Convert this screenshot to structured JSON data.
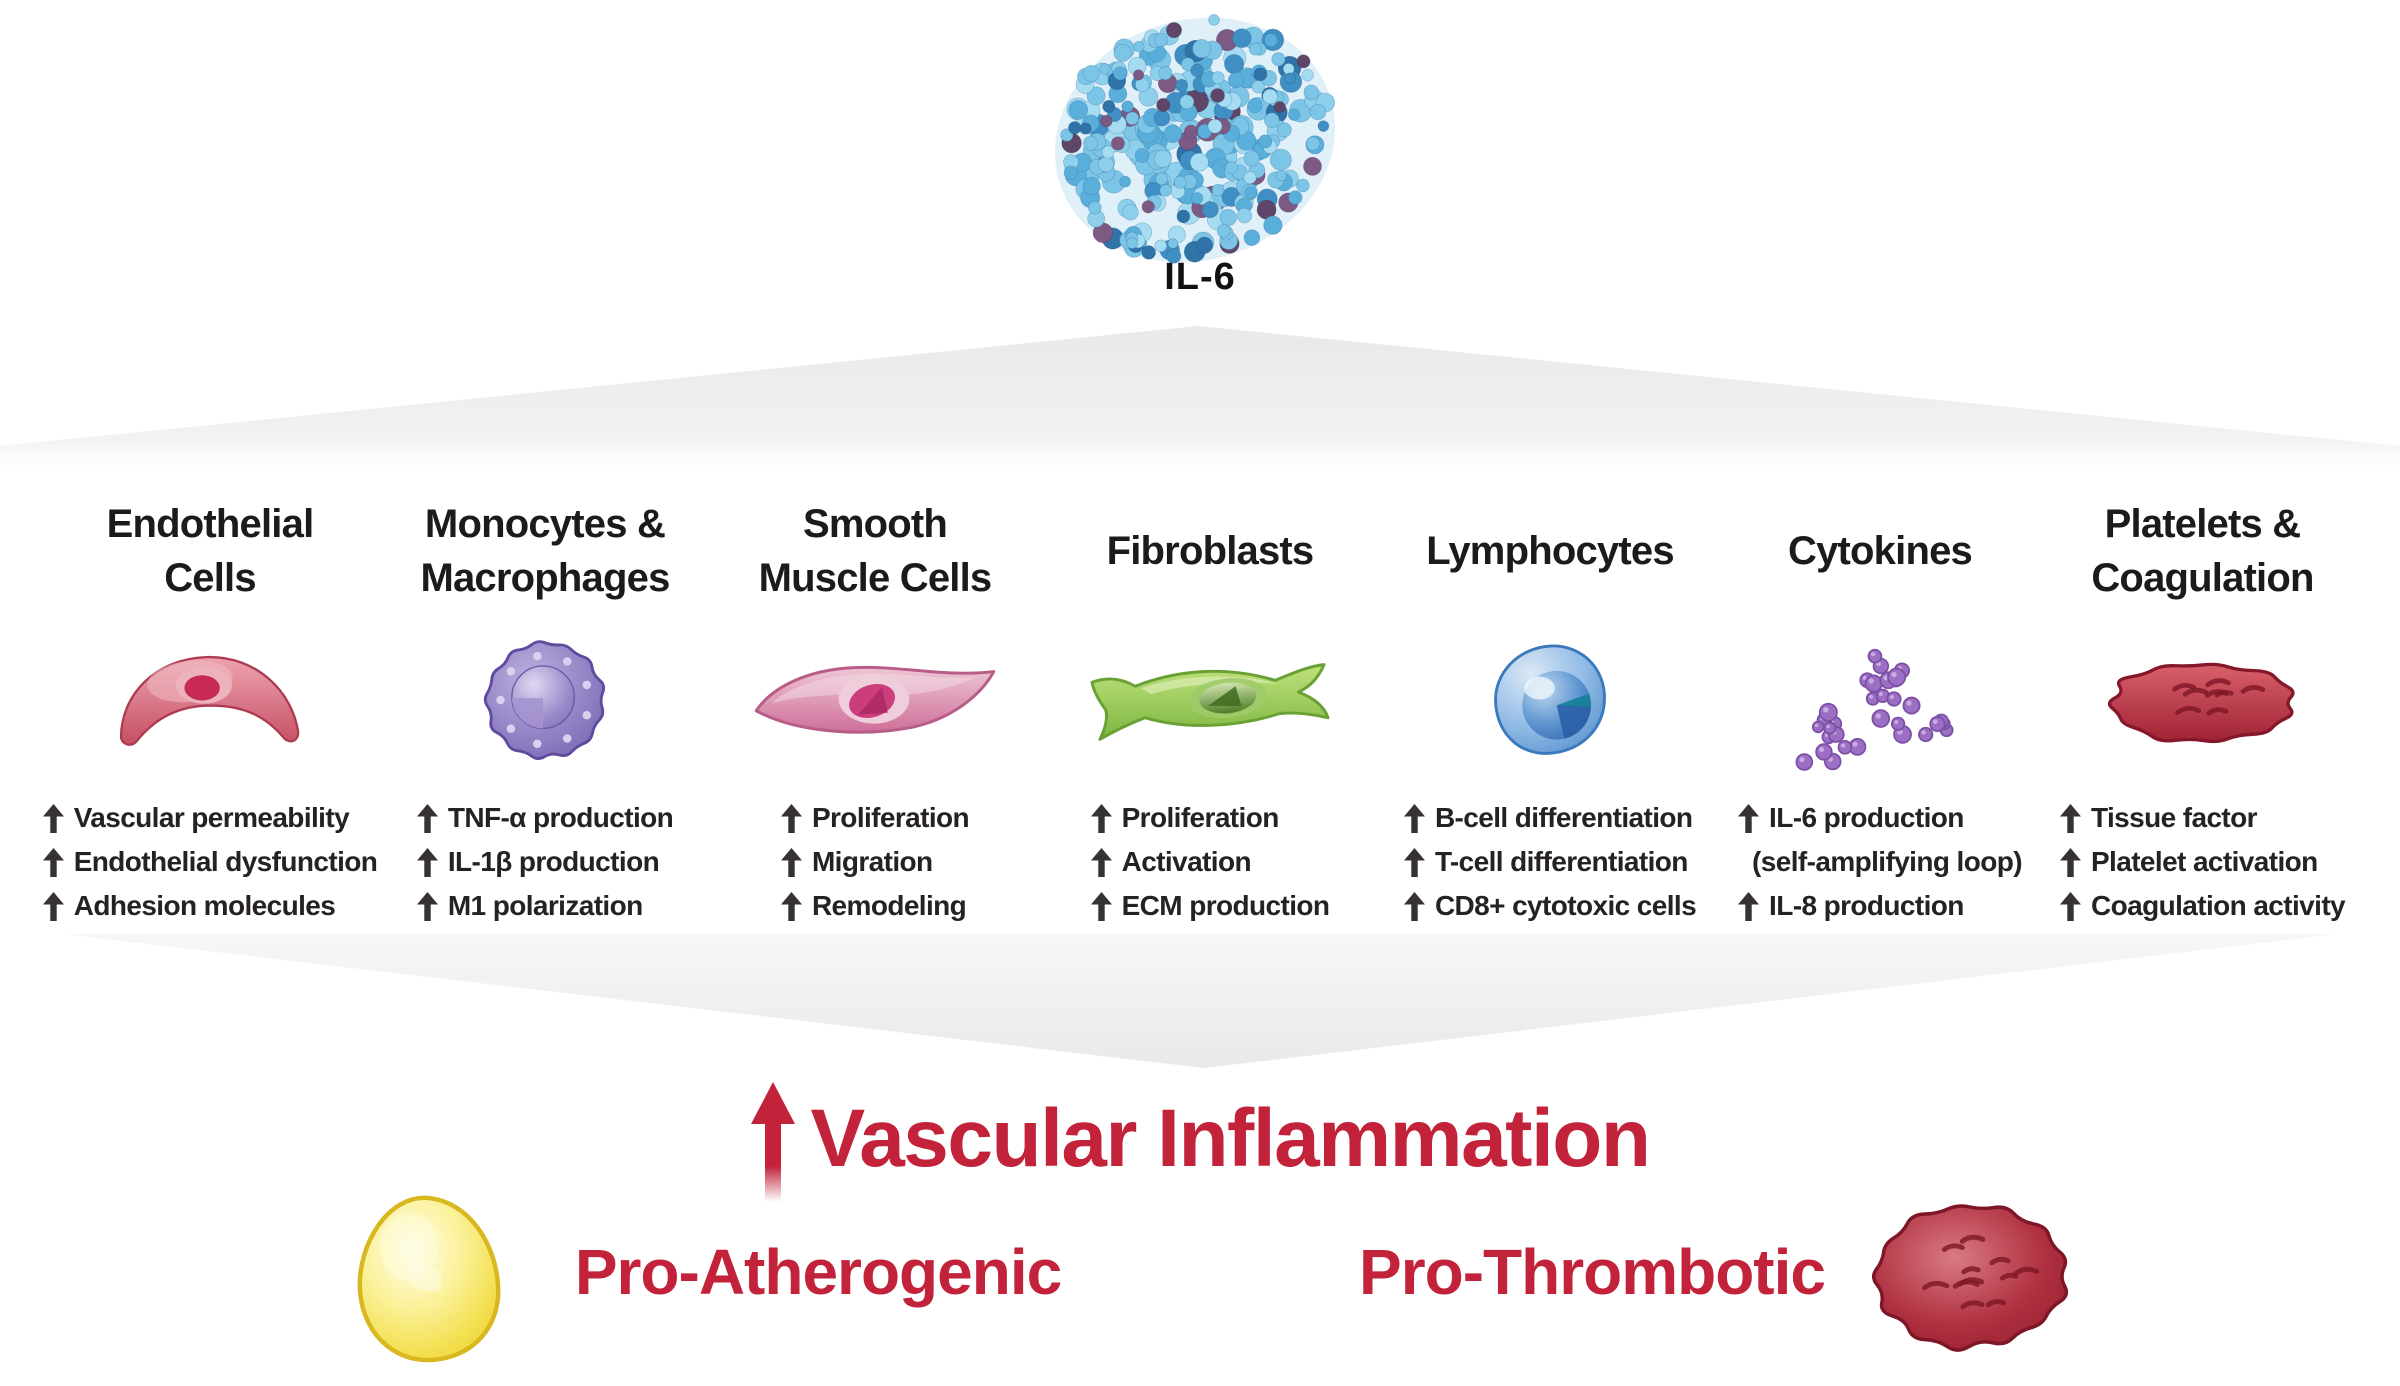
{
  "header": {
    "molecule_label": "IL-6"
  },
  "colors": {
    "accent_red": "#c2223a",
    "text_black": "#231f20",
    "funnel_gray": "#e9e9e8"
  },
  "columns": [
    {
      "title": "Endothelial\nCells",
      "icon": "endothelial-cell-icon",
      "bullets": [
        {
          "arrow": true,
          "text": "Vascular permeability"
        },
        {
          "arrow": true,
          "text": "Endothelial dysfunction"
        },
        {
          "arrow": true,
          "text": "Adhesion molecules"
        }
      ]
    },
    {
      "title": "Monocytes &\nMacrophages",
      "icon": "macrophage-icon",
      "bullets": [
        {
          "arrow": true,
          "text": "TNF-α production"
        },
        {
          "arrow": true,
          "text": "IL-1β production"
        },
        {
          "arrow": true,
          "text": "M1 polarization"
        }
      ]
    },
    {
      "title": "Smooth\nMuscle Cells",
      "icon": "smooth-muscle-cell-icon",
      "bullets": [
        {
          "arrow": true,
          "text": "Proliferation"
        },
        {
          "arrow": true,
          "text": "Migration"
        },
        {
          "arrow": true,
          "text": "Remodeling"
        }
      ]
    },
    {
      "title": "Fibroblasts",
      "icon": "fibroblast-icon",
      "bullets": [
        {
          "arrow": true,
          "text": "Proliferation"
        },
        {
          "arrow": true,
          "text": "Activation"
        },
        {
          "arrow": true,
          "text": "ECM production"
        }
      ]
    },
    {
      "title": "Lymphocytes",
      "icon": "lymphocyte-icon",
      "bullets": [
        {
          "arrow": true,
          "text": "B-cell differentiation"
        },
        {
          "arrow": true,
          "text": "T-cell differentiation"
        },
        {
          "arrow": true,
          "text": "CD8+ cytotoxic cells"
        }
      ]
    },
    {
      "title": "Cytokines",
      "icon": "cytokines-icon",
      "bullets": [
        {
          "arrow": true,
          "text": "IL-6 production"
        },
        {
          "arrow": false,
          "text": "(self-amplifying loop)"
        },
        {
          "arrow": true,
          "text": "IL-8 production"
        }
      ]
    },
    {
      "title": "Platelets &\nCoagulation",
      "icon": "platelet-clot-icon",
      "bullets": [
        {
          "arrow": true,
          "text": "Tissue factor"
        },
        {
          "arrow": true,
          "text": "Platelet activation"
        },
        {
          "arrow": true,
          "text": "Coagulation activity"
        }
      ]
    }
  ],
  "footer": {
    "headline": "Vascular Inflammation",
    "left_label": "Pro-Atherogenic",
    "right_label": "Pro-Thrombotic"
  }
}
